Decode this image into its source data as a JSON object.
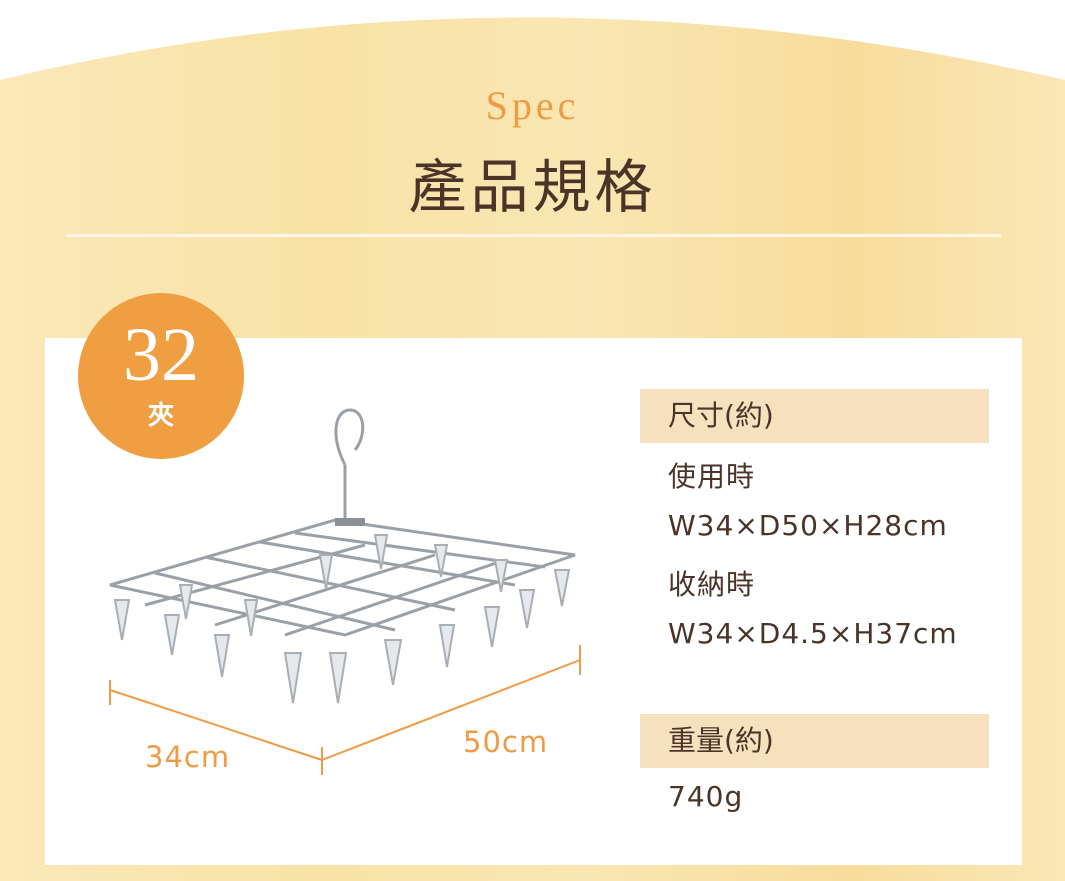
{
  "header": {
    "eyebrow": "Spec",
    "title": "產品規格"
  },
  "badge": {
    "count": "32",
    "unit": "夾",
    "color": "#ef9f42"
  },
  "product_image": {
    "icon": "pin-hanger-rack",
    "dimension_width": "34cm",
    "dimension_depth": "50cm"
  },
  "specs": {
    "size": {
      "label": "尺寸(約)",
      "in_use_label": "使用時",
      "in_use_value": "W34×D50×H28cm",
      "stored_label": "收納時",
      "stored_value": "W34×D4.5×H37cm"
    },
    "weight": {
      "label": "重量(約)",
      "value": "740g"
    }
  },
  "colors": {
    "accent": "#ee9b45",
    "text": "#4a3428",
    "header_bg": "#f6e1bf"
  }
}
